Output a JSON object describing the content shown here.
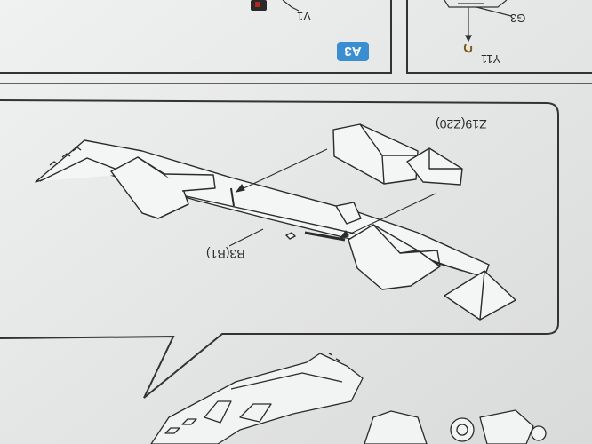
{
  "labels": {
    "v1": "V1",
    "g3": "G3",
    "y11": "Y11",
    "step": "A3",
    "z19": "Z19(Z20)",
    "b3": "B3(B1)"
  },
  "colors": {
    "paper": "#e9eaea",
    "ink": "#2b2b2b",
    "step_badge": "#3b8fd0",
    "glove_red": "#b3261e"
  }
}
